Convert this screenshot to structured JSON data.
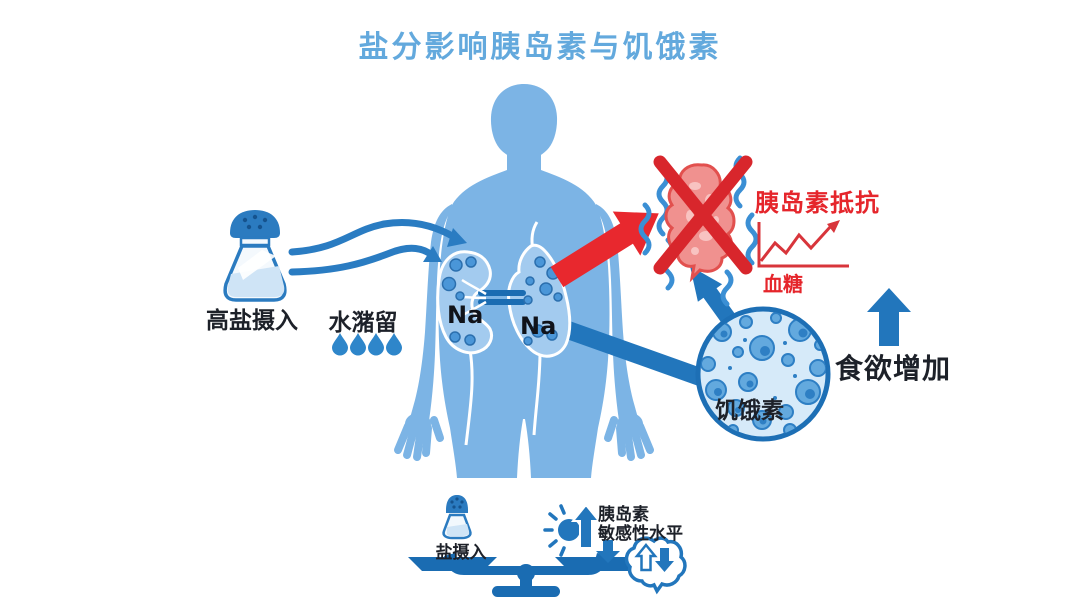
{
  "title": "盐分影响胰岛素与饥饿素",
  "salt_intake": {
    "label": "高盐摄入"
  },
  "water_retention": {
    "label": "水潴留",
    "droplet_count": 4
  },
  "body": {
    "na_kidney": "Na",
    "na_stomach": "Na"
  },
  "insulin_resistance": {
    "label": "胰岛素抵抗",
    "blood_sugar_label": "血糖"
  },
  "ghrelin": {
    "label": "饥饿素"
  },
  "appetite": {
    "label": "食欲增加"
  },
  "balance": {
    "salt_label": "盐摄入",
    "insulin_label_line1": "胰岛素",
    "insulin_label_line2": "敏感性水平"
  },
  "colors": {
    "title_blue": "#63a9dd",
    "body_blue": "#7cb4e5",
    "arrow_blue": "#2276bc",
    "scale_blue": "#1a6cb2",
    "red": "#d8262c",
    "cell_pink": "#f0918f",
    "dark_text": "#1d2129"
  }
}
